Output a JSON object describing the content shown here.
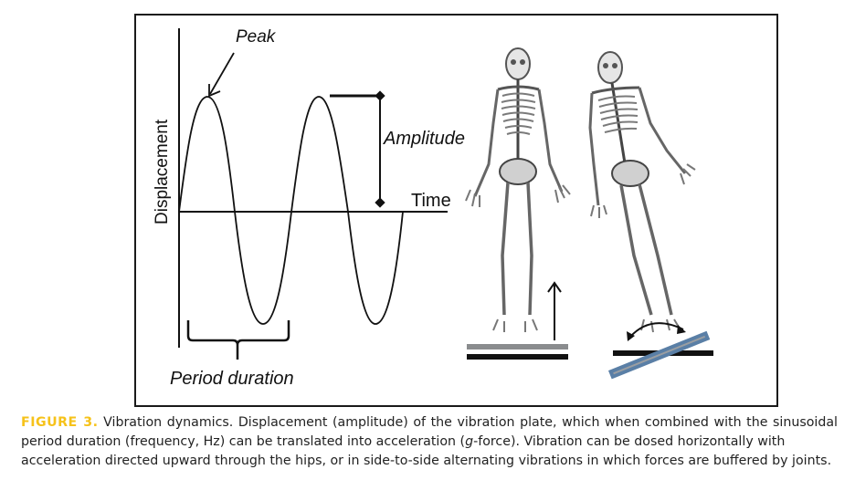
{
  "diagram": {
    "labels": {
      "peak": "Peak",
      "amplitude": "Amplitude",
      "time": "Time",
      "displacement": "Displacement",
      "period_duration": "Period duration"
    },
    "figures": [
      {
        "name": "skeleton-vertical-vibration",
        "motion": "upward arrow",
        "plate": "horizontal plate"
      },
      {
        "name": "skeleton-side-alternating-vibration",
        "motion": "curved double arrow",
        "plate": "tilted plate"
      }
    ],
    "colors": {
      "line": "#111111",
      "plate_gray": "#8a8c8e",
      "plate_blue": "#5a7fa6",
      "plate_blue_inner": "#9a9ea2",
      "figure_label": "#f6c21a"
    }
  },
  "caption": {
    "figure_label": "FIGURE 3.",
    "line1": "Vibration dynamics. Displacement (amplitude) of the vibration plate, which when combined with the sinusoidal",
    "line2_a": "period duration (frequency, Hz) can be translated into acceleration (",
    "line2_g": "g",
    "line2_b": "-force). Vibration can be dosed horizontally with",
    "line3": "acceleration directed upward through the hips, or in side-to-side alternating vibrations in which forces are buffered by joints."
  }
}
